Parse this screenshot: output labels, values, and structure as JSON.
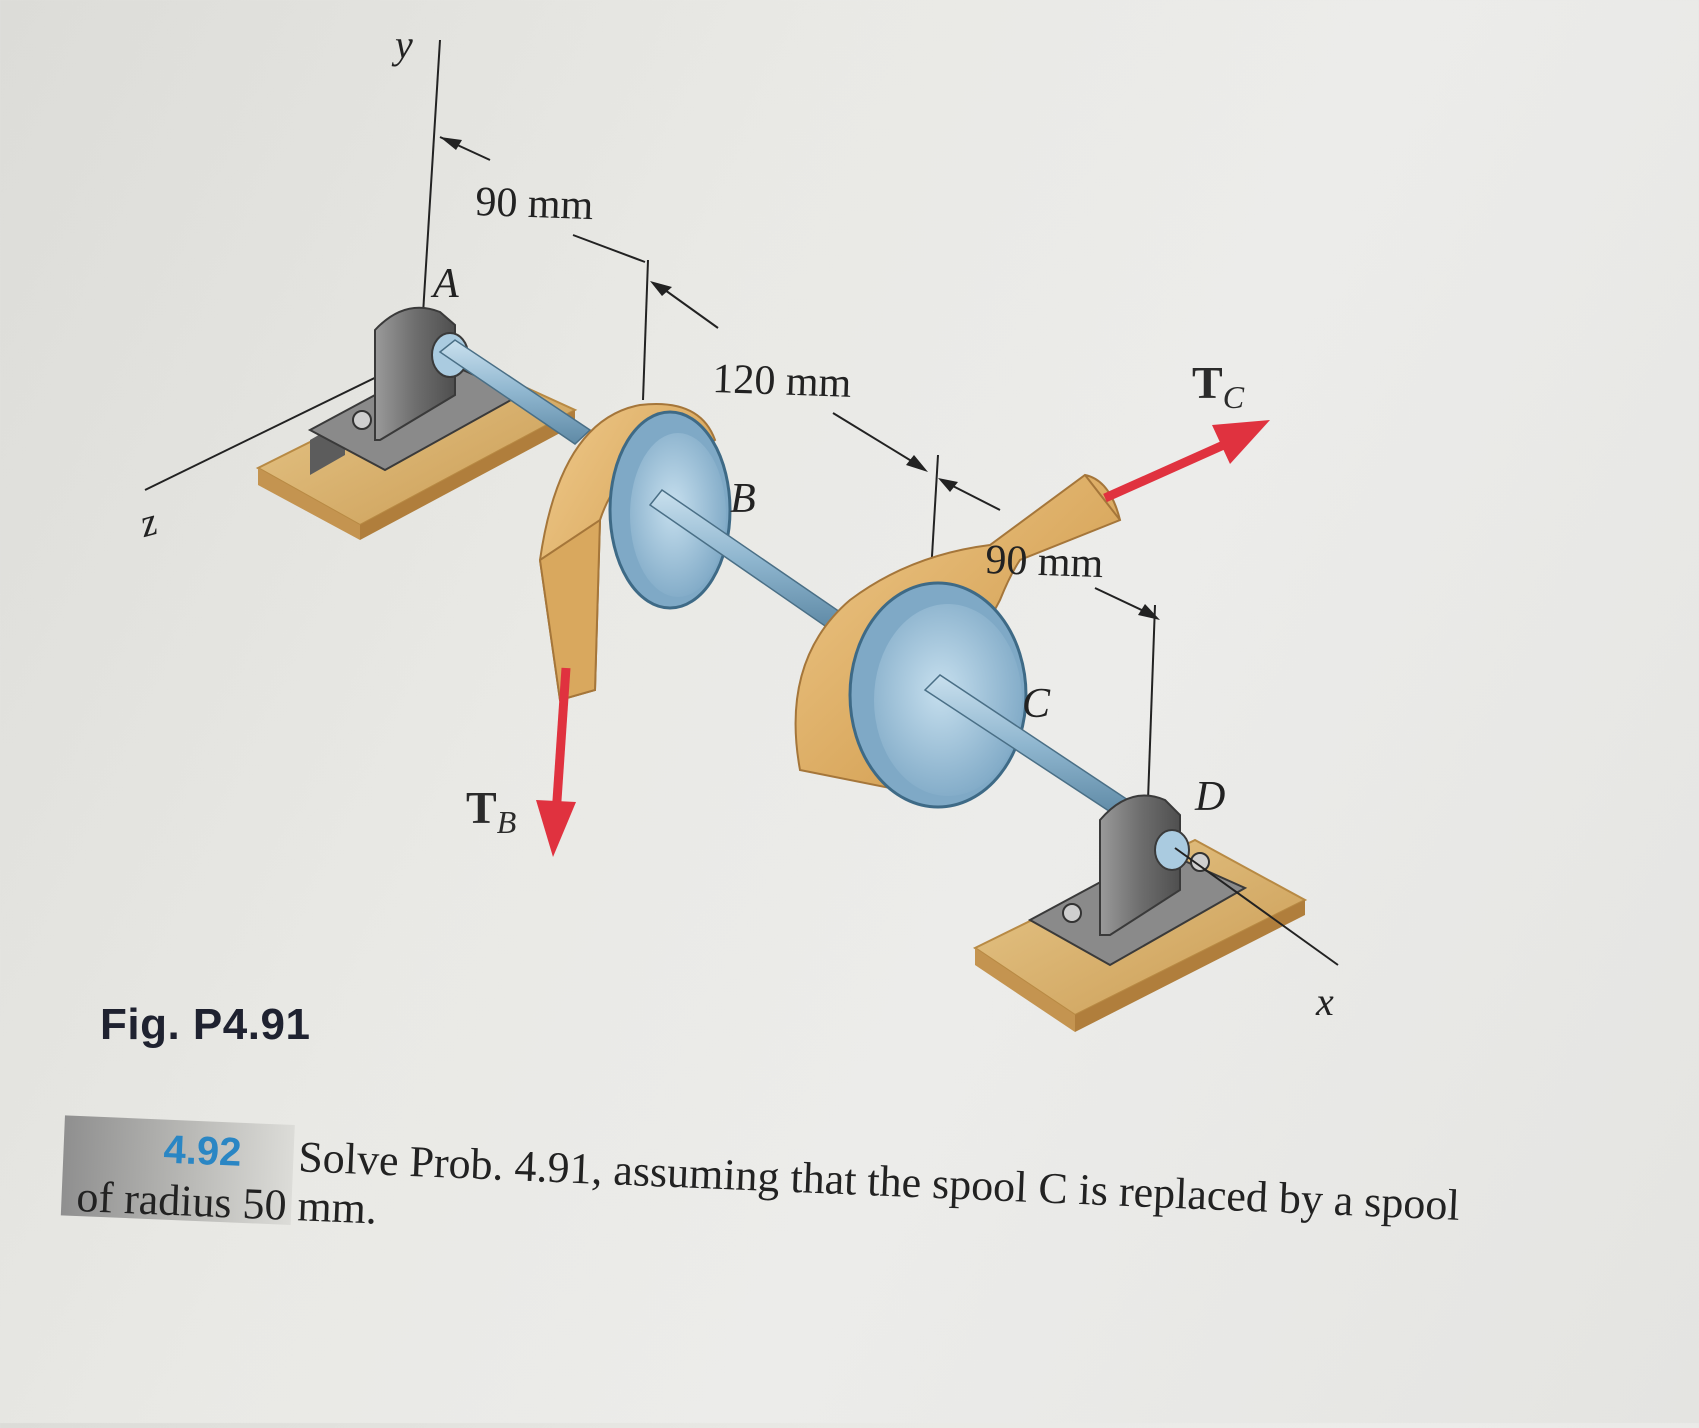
{
  "figure": {
    "axis_y": "y",
    "axis_z": "z",
    "axis_x": "x",
    "dim_A_B": "90 mm",
    "dim_B_C": "120 mm",
    "dim_C_D": "90 mm",
    "point_A": "A",
    "point_B": "B",
    "point_C": "C",
    "point_D": "D",
    "tension_B": {
      "main": "T",
      "sub": "B"
    },
    "tension_C": {
      "main": "T",
      "sub": "C"
    },
    "caption": "Fig. P4.91"
  },
  "problem": {
    "number": "4.92",
    "line1": "Solve Prob. 4.91, assuming that the spool C is replaced by a spool",
    "line2": "of radius 50 mm."
  },
  "colors": {
    "force_arrow": "#e0323f",
    "problem_number": "#2a86c4",
    "shaft": "#8fb6cf",
    "spool": "#d9a85e",
    "spool_face": "#9cc3dd",
    "base": "#dcb878",
    "bearing": "#7b7b7b"
  }
}
